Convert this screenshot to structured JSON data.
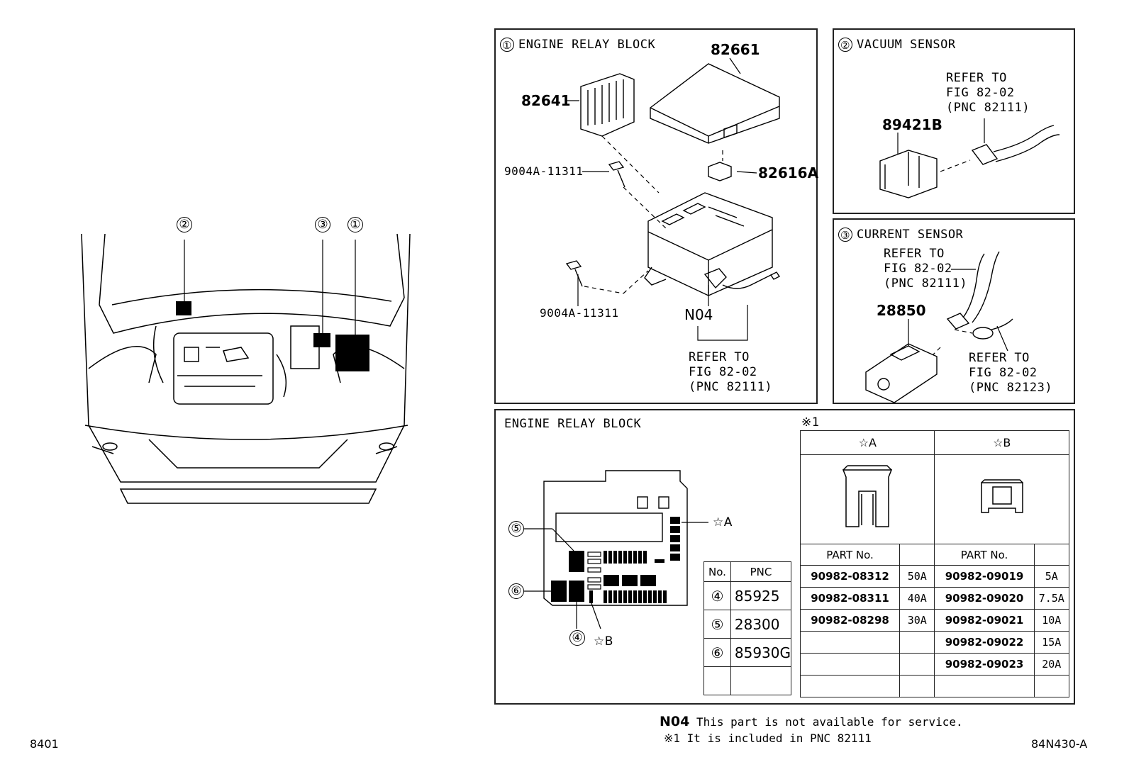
{
  "left_callouts": [
    "②",
    "③",
    "①"
  ],
  "panel1": {
    "num": "①",
    "title": "ENGINE RELAY BLOCK",
    "parts": {
      "p82661": "82661",
      "p82641": "82641",
      "p9004a_top": "9004A-11311",
      "p82616a": "82616A",
      "p9004a_bottom": "9004A-11311",
      "n04": "N04"
    },
    "refer": [
      "REFER TO",
      "FIG 82-02",
      "(PNC 82111)"
    ]
  },
  "panel2": {
    "num": "②",
    "title": "VACUUM SENSOR",
    "part": "89421B",
    "refer": [
      "REFER TO",
      "FIG 82-02",
      "(PNC 82111)"
    ]
  },
  "panel3": {
    "num": "③",
    "title": "CURRENT SENSOR",
    "part": "28850",
    "refer_top": [
      "REFER TO",
      "FIG 82-02",
      "(PNC 82111)"
    ],
    "refer_bottom": [
      "REFER TO",
      "FIG 82-02",
      "(PNC 82123)"
    ]
  },
  "panel4": {
    "title": "ENGINE RELAY BLOCK",
    "note_mark": "※1",
    "callouts": [
      "⑤",
      "⑥",
      "④"
    ],
    "star_a": "☆A",
    "star_b": "☆B",
    "pnc_table": {
      "headers": [
        "No.",
        "PNC"
      ],
      "rows": [
        [
          "④",
          "85925"
        ],
        [
          "⑤",
          "28300"
        ],
        [
          "⑥",
          "85930G"
        ],
        [
          "",
          ""
        ]
      ]
    },
    "fuse_table": {
      "col_a": "☆A",
      "col_b": "☆B",
      "part_no_header": "PART No.",
      "rows_a": [
        [
          "90982-08312",
          "50A"
        ],
        [
          "90982-08311",
          "40A"
        ],
        [
          "90982-08298",
          "30A"
        ],
        [
          "",
          ""
        ],
        [
          "",
          ""
        ],
        [
          "",
          ""
        ]
      ],
      "rows_b": [
        [
          "90982-09019",
          "5A"
        ],
        [
          "90982-09020",
          "7.5A"
        ],
        [
          "90982-09021",
          "10A"
        ],
        [
          "90982-09022",
          "15A"
        ],
        [
          "90982-09023",
          "20A"
        ],
        [
          "",
          ""
        ]
      ]
    }
  },
  "footer": {
    "n04_code": "N04",
    "n04_text": "This part is not available for service.",
    "note1": "※1 It is included in PNC 82111",
    "page_left": "8401",
    "page_right": "84N430-A"
  }
}
